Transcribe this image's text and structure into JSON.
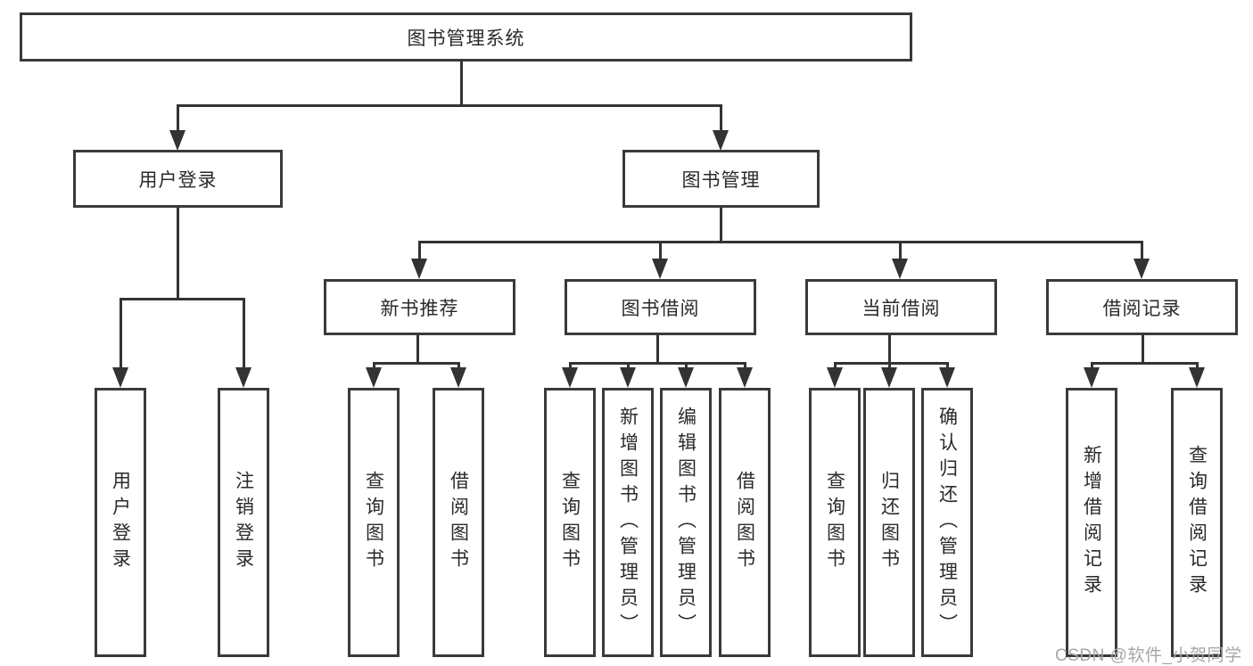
{
  "tree": {
    "root": {
      "label": "图书管理系统"
    },
    "branches": [
      {
        "label": "用户登录",
        "children": [
          {
            "label": "用户登录"
          },
          {
            "label": "注销登录"
          }
        ]
      },
      {
        "label": "图书管理",
        "children": [
          {
            "label": "新书推荐",
            "children": [
              {
                "label": "查询图书"
              },
              {
                "label": "借阅图书"
              }
            ]
          },
          {
            "label": "图书借阅",
            "children": [
              {
                "label": "查询图书"
              },
              {
                "label": "新增图书（管理员）"
              },
              {
                "label": "编辑图书（管理员）"
              },
              {
                "label": "借阅图书"
              }
            ]
          },
          {
            "label": "当前借阅",
            "children": [
              {
                "label": "查询图书"
              },
              {
                "label": "归还图书"
              },
              {
                "label": "确认归还（管理员）"
              }
            ]
          },
          {
            "label": "借阅记录",
            "children": [
              {
                "label": "新增借阅记录"
              },
              {
                "label": "查询借阅记录"
              }
            ]
          }
        ]
      }
    ]
  },
  "watermark": {
    "text": "CSDN @软件_小贺同学"
  },
  "colors": {
    "line": "#333333",
    "box_border": "#3a3a3a",
    "text": "#2a2a2a",
    "watermark": "#a6a6aa",
    "background": "#ffffff"
  }
}
